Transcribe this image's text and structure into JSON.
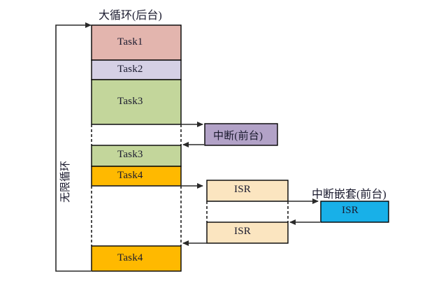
{
  "diagram": {
    "title_main": "大循环(后台)",
    "title_nested": "中断嵌套(前台)",
    "loop_label": "无限循环",
    "caption": "",
    "colors": {
      "task1": "#e3b5ae",
      "task2": "#d5d0e5",
      "task3": "#c3d69b",
      "task4": "#ffb900",
      "interrupt": "#b2a2c7",
      "isr_cream": "#fbe5c0",
      "isr_blue": "#18b0e8",
      "stroke": "#000000",
      "arrow": "#3a3a3a"
    },
    "background_column": {
      "name": "大循环(后台)",
      "blocks": [
        {
          "label": "Task1",
          "color_key": "task1"
        },
        {
          "label": "Task2",
          "color_key": "task2"
        },
        {
          "label": "Task3",
          "color_key": "task3"
        },
        {
          "label": "Task3",
          "color_key": "task3"
        },
        {
          "label": "Task4",
          "color_key": "task4"
        },
        {
          "label": "Task4",
          "color_key": "task4"
        }
      ]
    },
    "foreground_interrupt": {
      "label": "中断(前台)",
      "color_key": "interrupt"
    },
    "isr_blocks": [
      {
        "label": "ISR",
        "color_key": "isr_cream"
      },
      {
        "label": "ISR",
        "color_key": "isr_cream"
      }
    ],
    "nested_interrupt": {
      "title": "中断嵌套(前台)",
      "label": "ISR",
      "color_key": "isr_blue"
    }
  }
}
